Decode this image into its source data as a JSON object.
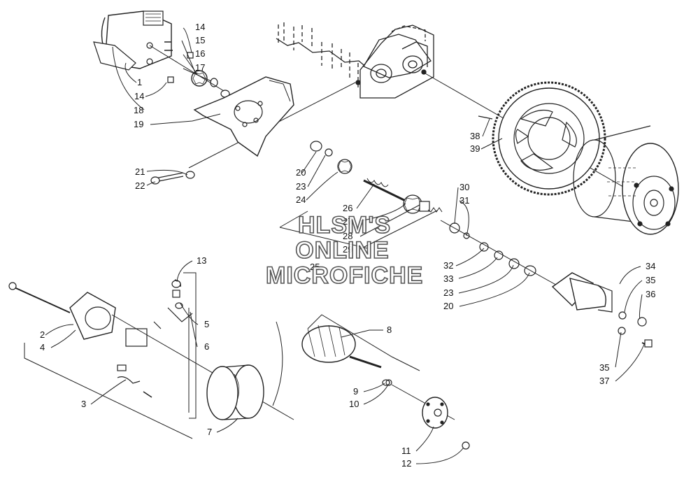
{
  "watermark": {
    "line1": "HLSM'S",
    "line2": "ONLINE",
    "line3": "MICROFICHE"
  },
  "callouts": [
    {
      "id": "c14a",
      "text": "14"
    },
    {
      "id": "c15",
      "text": "15"
    },
    {
      "id": "c16",
      "text": "16"
    },
    {
      "id": "c17",
      "text": "17"
    },
    {
      "id": "c1",
      "text": "1"
    },
    {
      "id": "c14b",
      "text": "14"
    },
    {
      "id": "c18",
      "text": "18"
    },
    {
      "id": "c19",
      "text": "19"
    },
    {
      "id": "c38",
      "text": "38"
    },
    {
      "id": "c39",
      "text": "39"
    },
    {
      "id": "c20a",
      "text": "20"
    },
    {
      "id": "c21",
      "text": "21"
    },
    {
      "id": "c22",
      "text": "22"
    },
    {
      "id": "c23a",
      "text": "23"
    },
    {
      "id": "c24",
      "text": "24"
    },
    {
      "id": "c26",
      "text": "26"
    },
    {
      "id": "c27",
      "text": "27"
    },
    {
      "id": "c28",
      "text": "28"
    },
    {
      "id": "c29",
      "text": "29"
    },
    {
      "id": "c30",
      "text": "30"
    },
    {
      "id": "c31",
      "text": "31"
    },
    {
      "id": "c25",
      "text": "25"
    },
    {
      "id": "c32",
      "text": "32"
    },
    {
      "id": "c33",
      "text": "33"
    },
    {
      "id": "c23b",
      "text": "23"
    },
    {
      "id": "c20b",
      "text": "20"
    },
    {
      "id": "c34",
      "text": "34"
    },
    {
      "id": "c35a",
      "text": "35"
    },
    {
      "id": "c36",
      "text": "36"
    },
    {
      "id": "c35b",
      "text": "35"
    },
    {
      "id": "c37",
      "text": "37"
    },
    {
      "id": "c13",
      "text": "13"
    },
    {
      "id": "c5",
      "text": "5"
    },
    {
      "id": "c6",
      "text": "6"
    },
    {
      "id": "c2",
      "text": "2"
    },
    {
      "id": "c4",
      "text": "4"
    },
    {
      "id": "c3",
      "text": "3"
    },
    {
      "id": "c7",
      "text": "7"
    },
    {
      "id": "c8",
      "text": "8"
    },
    {
      "id": "c9",
      "text": "9"
    },
    {
      "id": "c10",
      "text": "10"
    },
    {
      "id": "c11",
      "text": "11"
    },
    {
      "id": "c12",
      "text": "12"
    }
  ]
}
